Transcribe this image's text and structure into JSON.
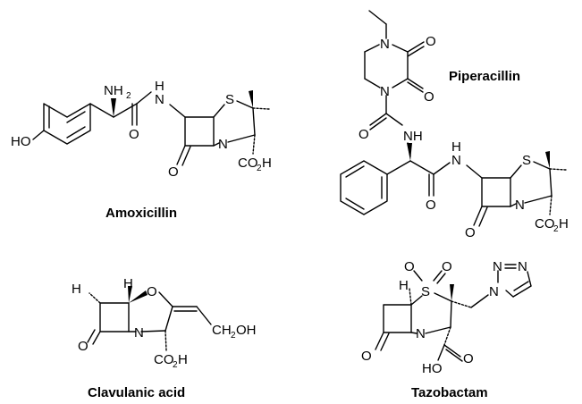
{
  "compounds": {
    "amoxicillin": {
      "name": "Amoxicillin",
      "atoms": {
        "ho": "HO",
        "nh": "NH",
        "nh_sub": "2",
        "n_amide": "N",
        "h_amide": "H",
        "o_amide": "O",
        "s": "S",
        "n_ring": "N",
        "o_lactam": "O",
        "co": "CO",
        "co_sub": "2",
        "co_h": "H"
      }
    },
    "piperacillin": {
      "name": "Piperacillin",
      "atoms": {
        "n_top": "N",
        "o_top1": "O",
        "o_top2": "O",
        "n_low": "N",
        "o_urea": "O",
        "nh_upper": "NH",
        "n_amide": "N",
        "h_amide": "H",
        "o_amide": "O",
        "s": "S",
        "n_ring": "N",
        "o_lactam": "O",
        "co": "CO",
        "co_sub": "2",
        "co_h": "H"
      }
    },
    "clavulanic": {
      "name": "Clavulanic acid",
      "atoms": {
        "h_left": "H",
        "h_right": "H",
        "o_ring": "O",
        "n_ring": "N",
        "o_lactam": "O",
        "ch": "CH",
        "ch_sub": "2",
        "oh": "OH",
        "co": "CO",
        "co_sub": "2",
        "co_h": "H"
      }
    },
    "tazobactam": {
      "name": "Tazobactam",
      "atoms": {
        "h": "H",
        "s": "S",
        "o_s1": "O",
        "o_s2": "O",
        "n_t1": "N",
        "n_t2": "N",
        "n_t3": "N",
        "n_ring": "N",
        "o_lactam": "O",
        "ho": "HO",
        "o_acid": "O"
      }
    }
  }
}
